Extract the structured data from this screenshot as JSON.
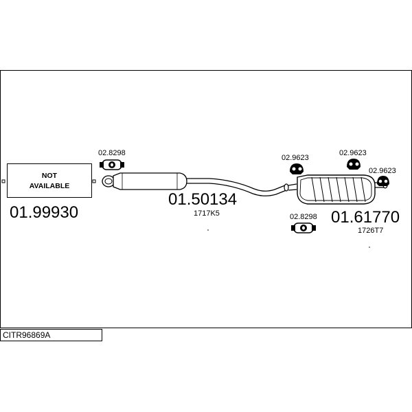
{
  "diagram": {
    "not_available_line1": "NOT",
    "not_available_line2": "AVAILABLE",
    "parts": [
      {
        "part_number": "01.99930"
      },
      {
        "part_number": "01.50134",
        "sub_code": "1717K5"
      },
      {
        "part_number": "01.61770",
        "sub_code": "1726T7"
      }
    ],
    "fittings": [
      {
        "code": "02.8298"
      },
      {
        "code": "02.9623"
      },
      {
        "code": "02.9623"
      },
      {
        "code": "02.9623"
      },
      {
        "code": "02.8298"
      }
    ]
  },
  "footer": {
    "system_code": "CITR96869A"
  }
}
